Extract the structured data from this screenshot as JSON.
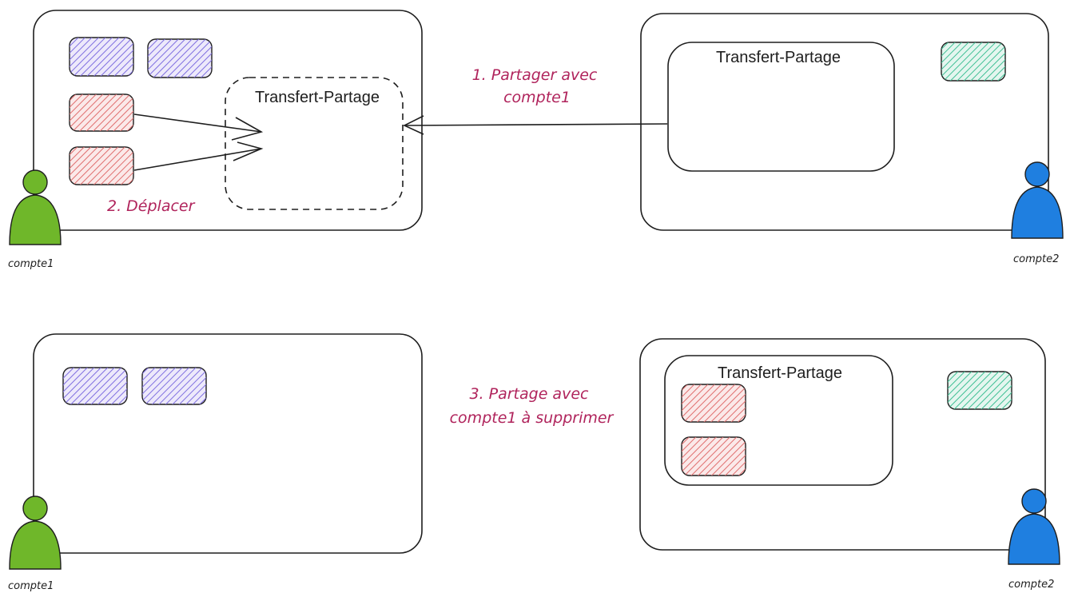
{
  "colors": {
    "purple": "#7f6fe0",
    "red": "#e06f6f",
    "teal": "#3fbf94",
    "green": "#6fb72a",
    "blue": "#1f7fe0",
    "annotation": "#b0245c",
    "stroke": "#1e1e1e"
  },
  "scenes": {
    "top": {
      "left_account": {
        "label": "compte1",
        "folder": {
          "title": "Transfert-Partage"
        }
      },
      "right_account": {
        "label": "compte2",
        "folder": {
          "title": "Transfert-Partage"
        }
      },
      "step1": "1. Partager avec compte1",
      "step2": "2. Déplacer"
    },
    "bottom": {
      "left_account": {
        "label": "compte1"
      },
      "right_account": {
        "label": "compte2",
        "folder": {
          "title": "Transfert-Partage"
        }
      },
      "step3": "3. Partage avec compte1 à supprimer"
    }
  }
}
